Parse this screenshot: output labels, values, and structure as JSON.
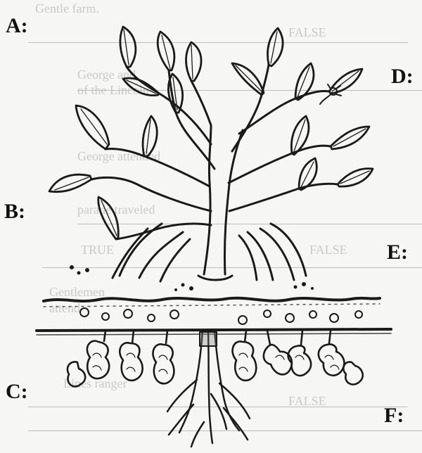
{
  "labels": {
    "a": "A:",
    "b": "B:",
    "c": "C:",
    "d": "D:",
    "e": "E:",
    "f": "F:"
  },
  "background_text": [
    "Gentle farm.",
    "FALSE",
    "George and",
    "of the Lincoln",
    "George attended",
    "parade traveled",
    "Lines ranger",
    "TRUE",
    "FALSE",
    "Gentlemen",
    "attend",
    "FALSE"
  ]
}
